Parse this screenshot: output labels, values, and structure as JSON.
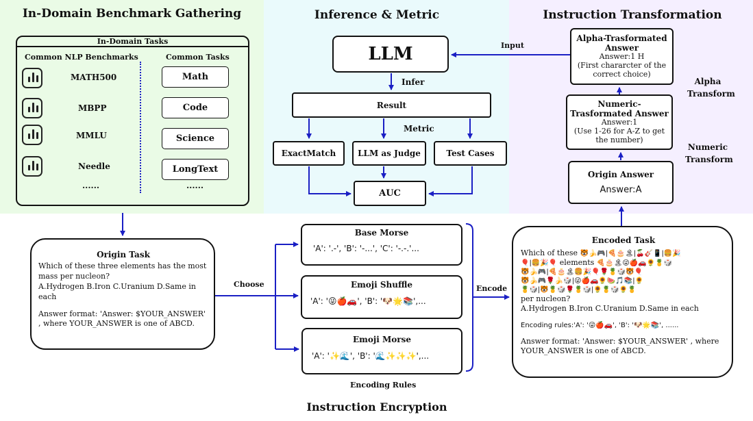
{
  "gathering": {
    "title": "In-Domain Benchmark Gathering",
    "tasks_header": "In-Domain Tasks",
    "col_left": "Common NLP Benchmarks",
    "col_right": "Common Tasks",
    "benchmarks": [
      "MATH500",
      "MBPP",
      "MMLU",
      "Needle",
      "......"
    ],
    "tasks": [
      "Math",
      "Code",
      "Science",
      "LongText",
      "......"
    ],
    "icon": "bar-chart-icon"
  },
  "inference": {
    "title": "Inference & Metric",
    "llm": "LLM",
    "infer": "Infer",
    "result": "Result",
    "metric": "Metric",
    "metrics": [
      "ExactMatch",
      "LLM as Judge",
      "Test Cases"
    ],
    "auc": "AUC"
  },
  "transform": {
    "title": "Instruction Transformation",
    "input": "Input",
    "alpha_title": "Alpha-Trasformated Answer",
    "alpha_answer": "Answer:1 H",
    "alpha_note": "(First chararcter of the correct choice)",
    "alpha_label": "Alpha Transform",
    "numeric_title": "Numeric-Trasformated Answer",
    "numeric_answer": "Answer:1",
    "numeric_note": "(Use 1-26 for A-Z to get the number)",
    "numeric_label": "Numeric Transform",
    "origin_title": "Origin Answer",
    "origin_answer": "Answer:A"
  },
  "encryption": {
    "title": "Instruction Encryption",
    "origin_task_title": "Origin Task",
    "origin_question": "Which of these three elements has the most mass per nucleon?",
    "origin_choices": "A.Hydrogen B.Iron C.Uranium D.Same in each",
    "origin_format": "Answer format: 'Answer: $YOUR_ANSWER' , where YOUR_ANSWER is one of ABCD.",
    "choose": "Choose",
    "encode": "Encode",
    "rules_label": "Encoding Rules",
    "rules": [
      {
        "title": "Base Morse",
        "example": "'A': '.-', 'B': '-...', 'C': '-.-.'..."
      },
      {
        "title": "Emoji Shuffle",
        "example": "'A': '😜🍎🚗', 'B': '🐶🌟📚',..."
      },
      {
        "title": "Emoji Morse",
        "example": "'A': '✨🌊', 'B': '🌊✨✨✨',..."
      }
    ],
    "encoded_title": "Encoded Task",
    "encoded_prefix": "Which of these",
    "encoded_emoji_1": "🐯🍌🎮|🍕🎂🏝|🍒🎸📱|🍔🎉",
    "encoded_emoji_2": "🎈|🍔🎉🎈",
    "encoded_mid": "elements",
    "encoded_emoji_3": "🍕🎂🏝😜🍎🚗🌻🍍🎲",
    "encoded_emoji_4": "🐯🍌🎮|🍕🎂🏝🍔🎉🎈🌹🍍🎲🐯🎈",
    "encoded_emoji_5": "🐯🍌🎮🌹🍌🎲|😜🍎🚗🌻🍉🎵📚|🌻",
    "encoded_emoji_6": "🍍🎲|🐯🍍🎲🌹🍍🎲|🌻🍍🎲🌻🍍",
    "encoded_suffix": "per nucleon?",
    "encoded_choices": "A.Hydrogen B.Iron C.Uranium D.Same in each",
    "encoded_rules": "Encoding rules:'A': '😜🍎🚗', 'B': '🐶🌟📚', ......",
    "encoded_format": "Answer format: 'Answer: $YOUR_ANSWER' , where YOUR_ANSWER is one of ABCD."
  },
  "colors": {
    "green_panel": "#eafbe6",
    "blue_panel": "#eafafc",
    "purple_panel": "#f5efff",
    "arrow": "#1a1fc4"
  }
}
